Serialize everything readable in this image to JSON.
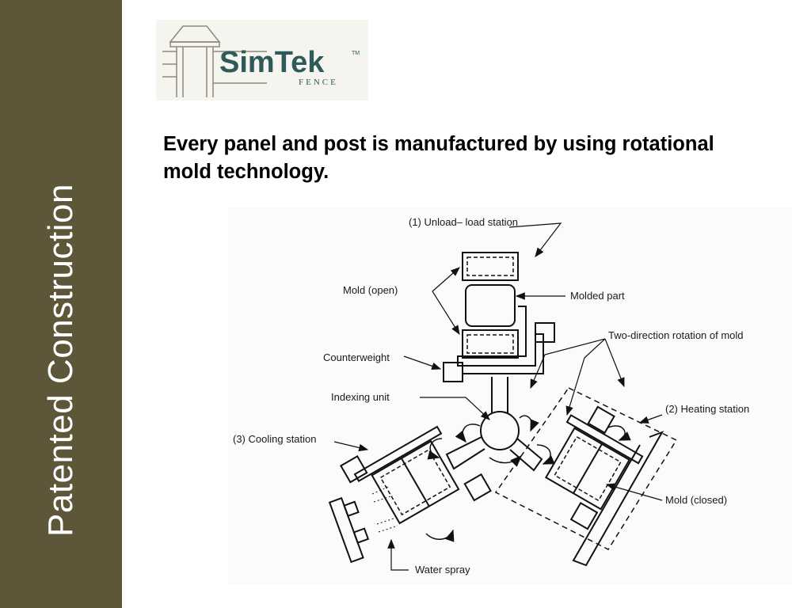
{
  "sidebar": {
    "title": "Patented Construction"
  },
  "logo": {
    "brand": "SimTek",
    "tagline": "FENCE",
    "trademark": "TM",
    "colors": {
      "text": "#2f5a5a",
      "outline": "#8a8a7a"
    }
  },
  "heading": {
    "text": "Every panel and post is manufactured by using rotational mold technology."
  },
  "diagram": {
    "labels": {
      "unload_load": "(1) Unload– load station",
      "mold_open": "Mold (open)",
      "molded_part": "Molded part",
      "counterweight": "Counterweight",
      "two_direction": "Two-direction rotation of mold",
      "indexing_unit": "Indexing unit",
      "heating_station": "(2) Heating station",
      "cooling_station": "(3) Cooling station",
      "mold_closed": "Mold (closed)",
      "water_spray": "Water spray"
    }
  },
  "colors": {
    "sidebar": "#5e5638",
    "sidebar_text": "#ffffff"
  }
}
